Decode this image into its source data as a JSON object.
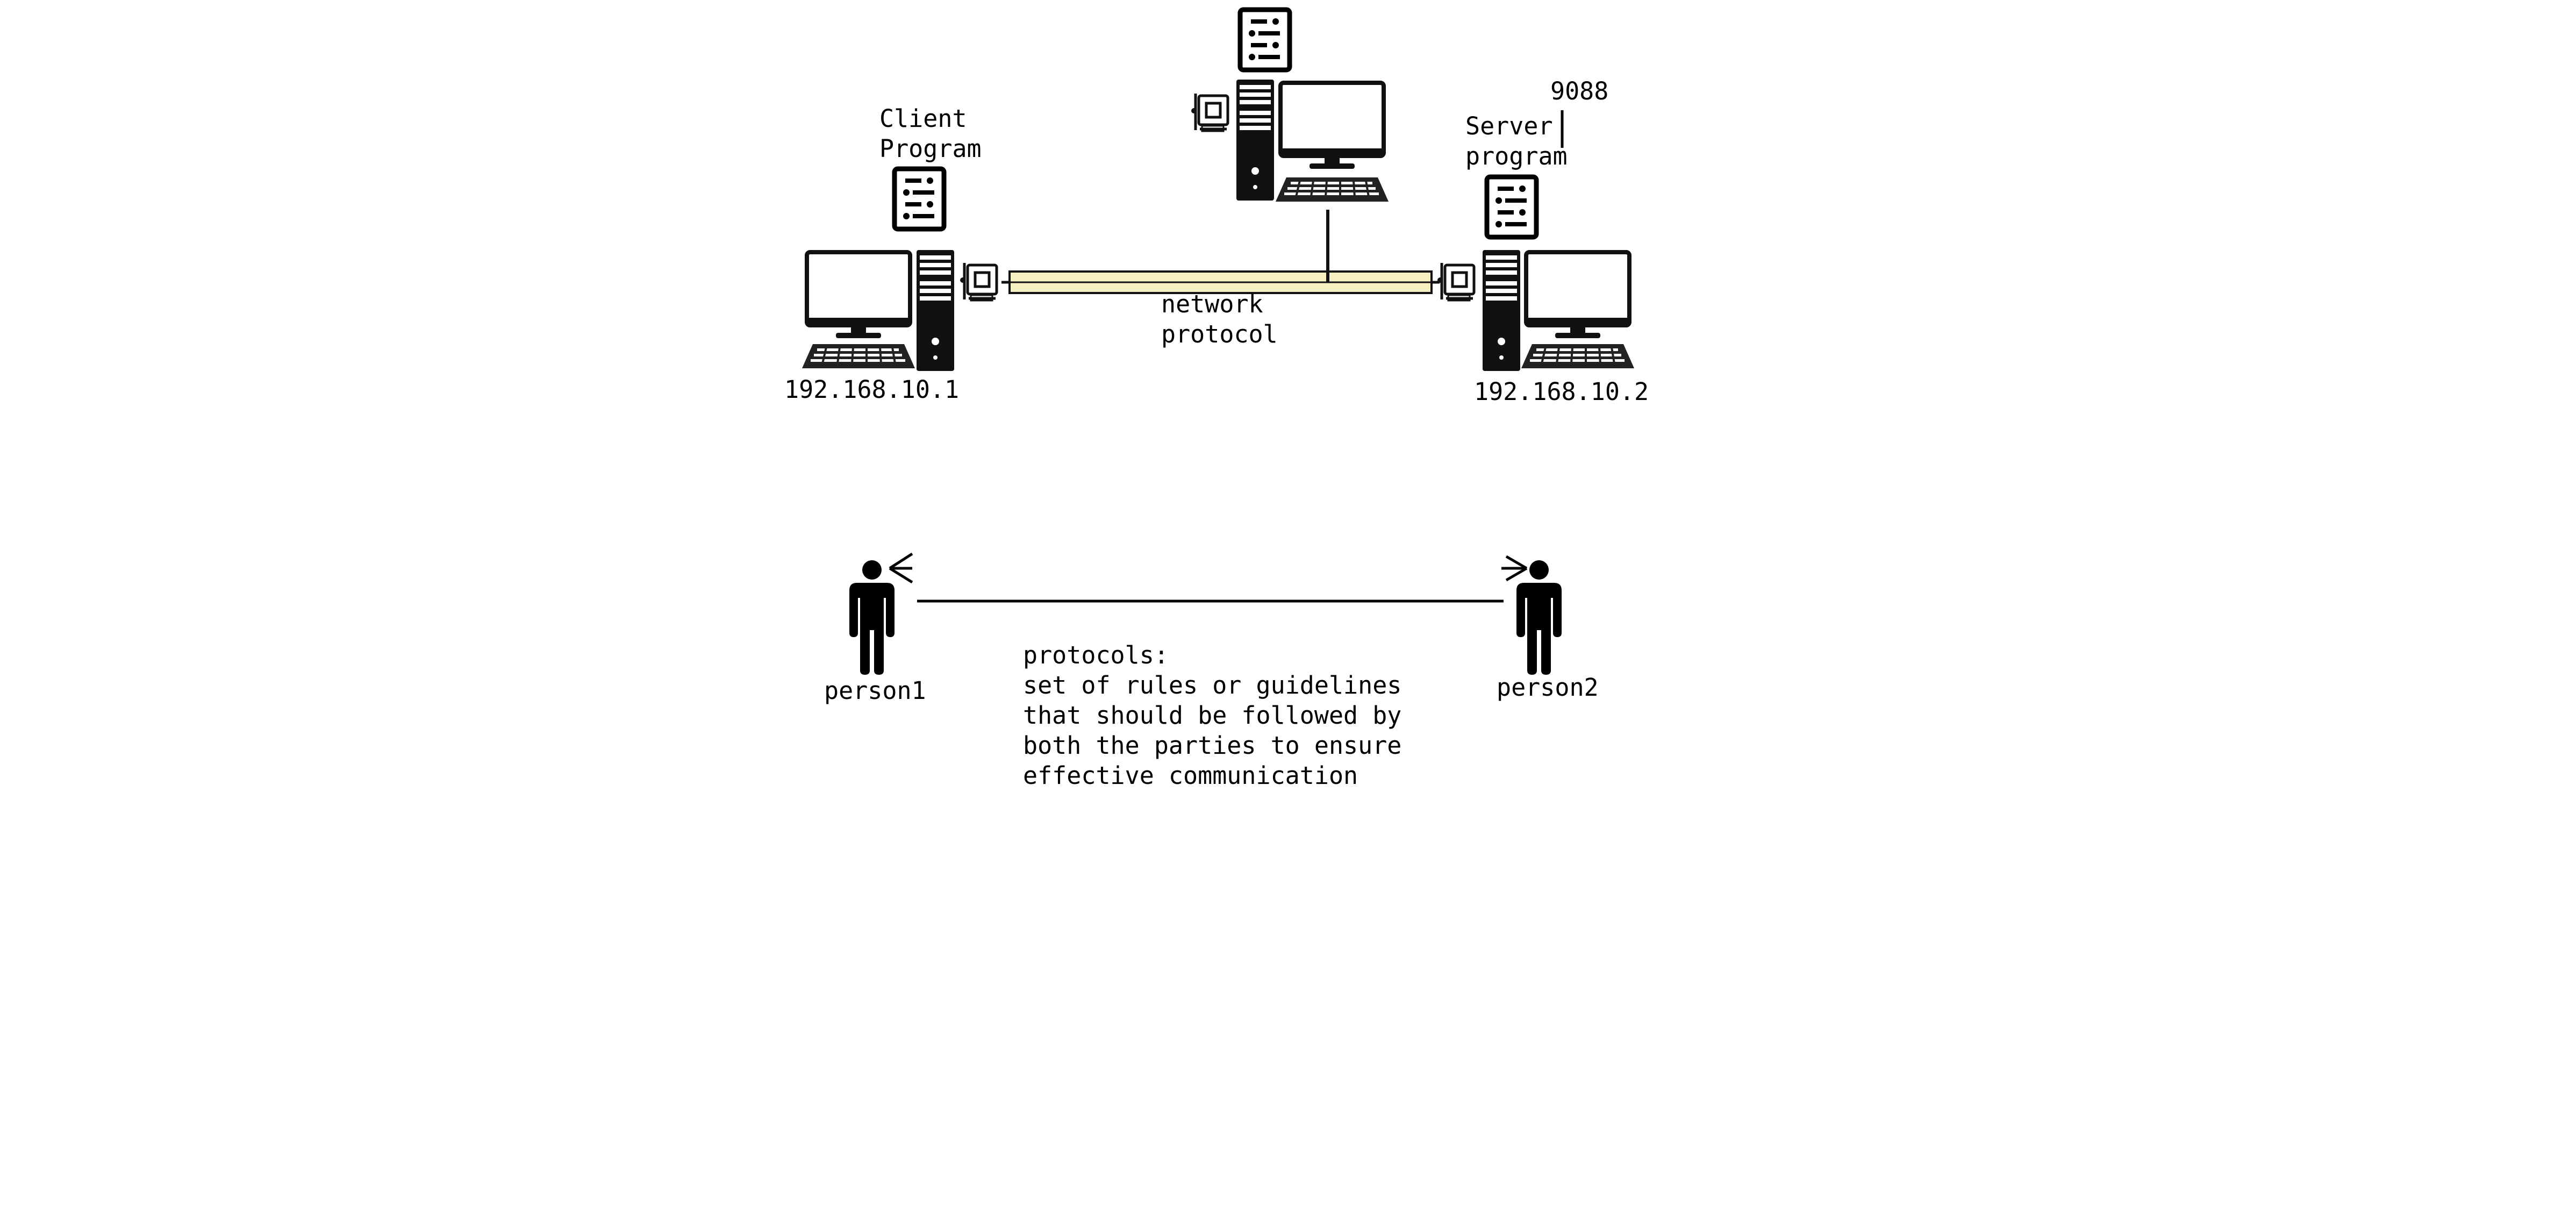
{
  "top_diagram": {
    "client": {
      "label_line1": "Client",
      "label_line2": "Program",
      "ip": "192.168.10.1",
      "icons": [
        "document-icon",
        "monitor-icon",
        "keyboard-icon",
        "tower-icon",
        "network-card-icon"
      ]
    },
    "middle_host": {
      "icons": [
        "document-icon",
        "network-card-icon",
        "tower-icon",
        "monitor-icon",
        "keyboard-icon"
      ]
    },
    "server": {
      "label_line1": "Server",
      "label_line2": "program",
      "port": "9088",
      "ip": "192.168.10.2",
      "icons": [
        "document-icon",
        "network-card-icon",
        "tower-icon",
        "monitor-icon",
        "keyboard-icon"
      ]
    },
    "network": {
      "label_line1": "network",
      "label_line2": "protocol",
      "bus_color": "#f6efc2"
    }
  },
  "bottom_diagram": {
    "person1": {
      "label": "person1"
    },
    "person2": {
      "label": "person2"
    },
    "definition": {
      "heading": "protocols:",
      "line1": "set of rules or guidelines",
      "line2": "that should be followed by",
      "line3": "both the parties to ensure",
      "line4": "effective communication"
    }
  }
}
